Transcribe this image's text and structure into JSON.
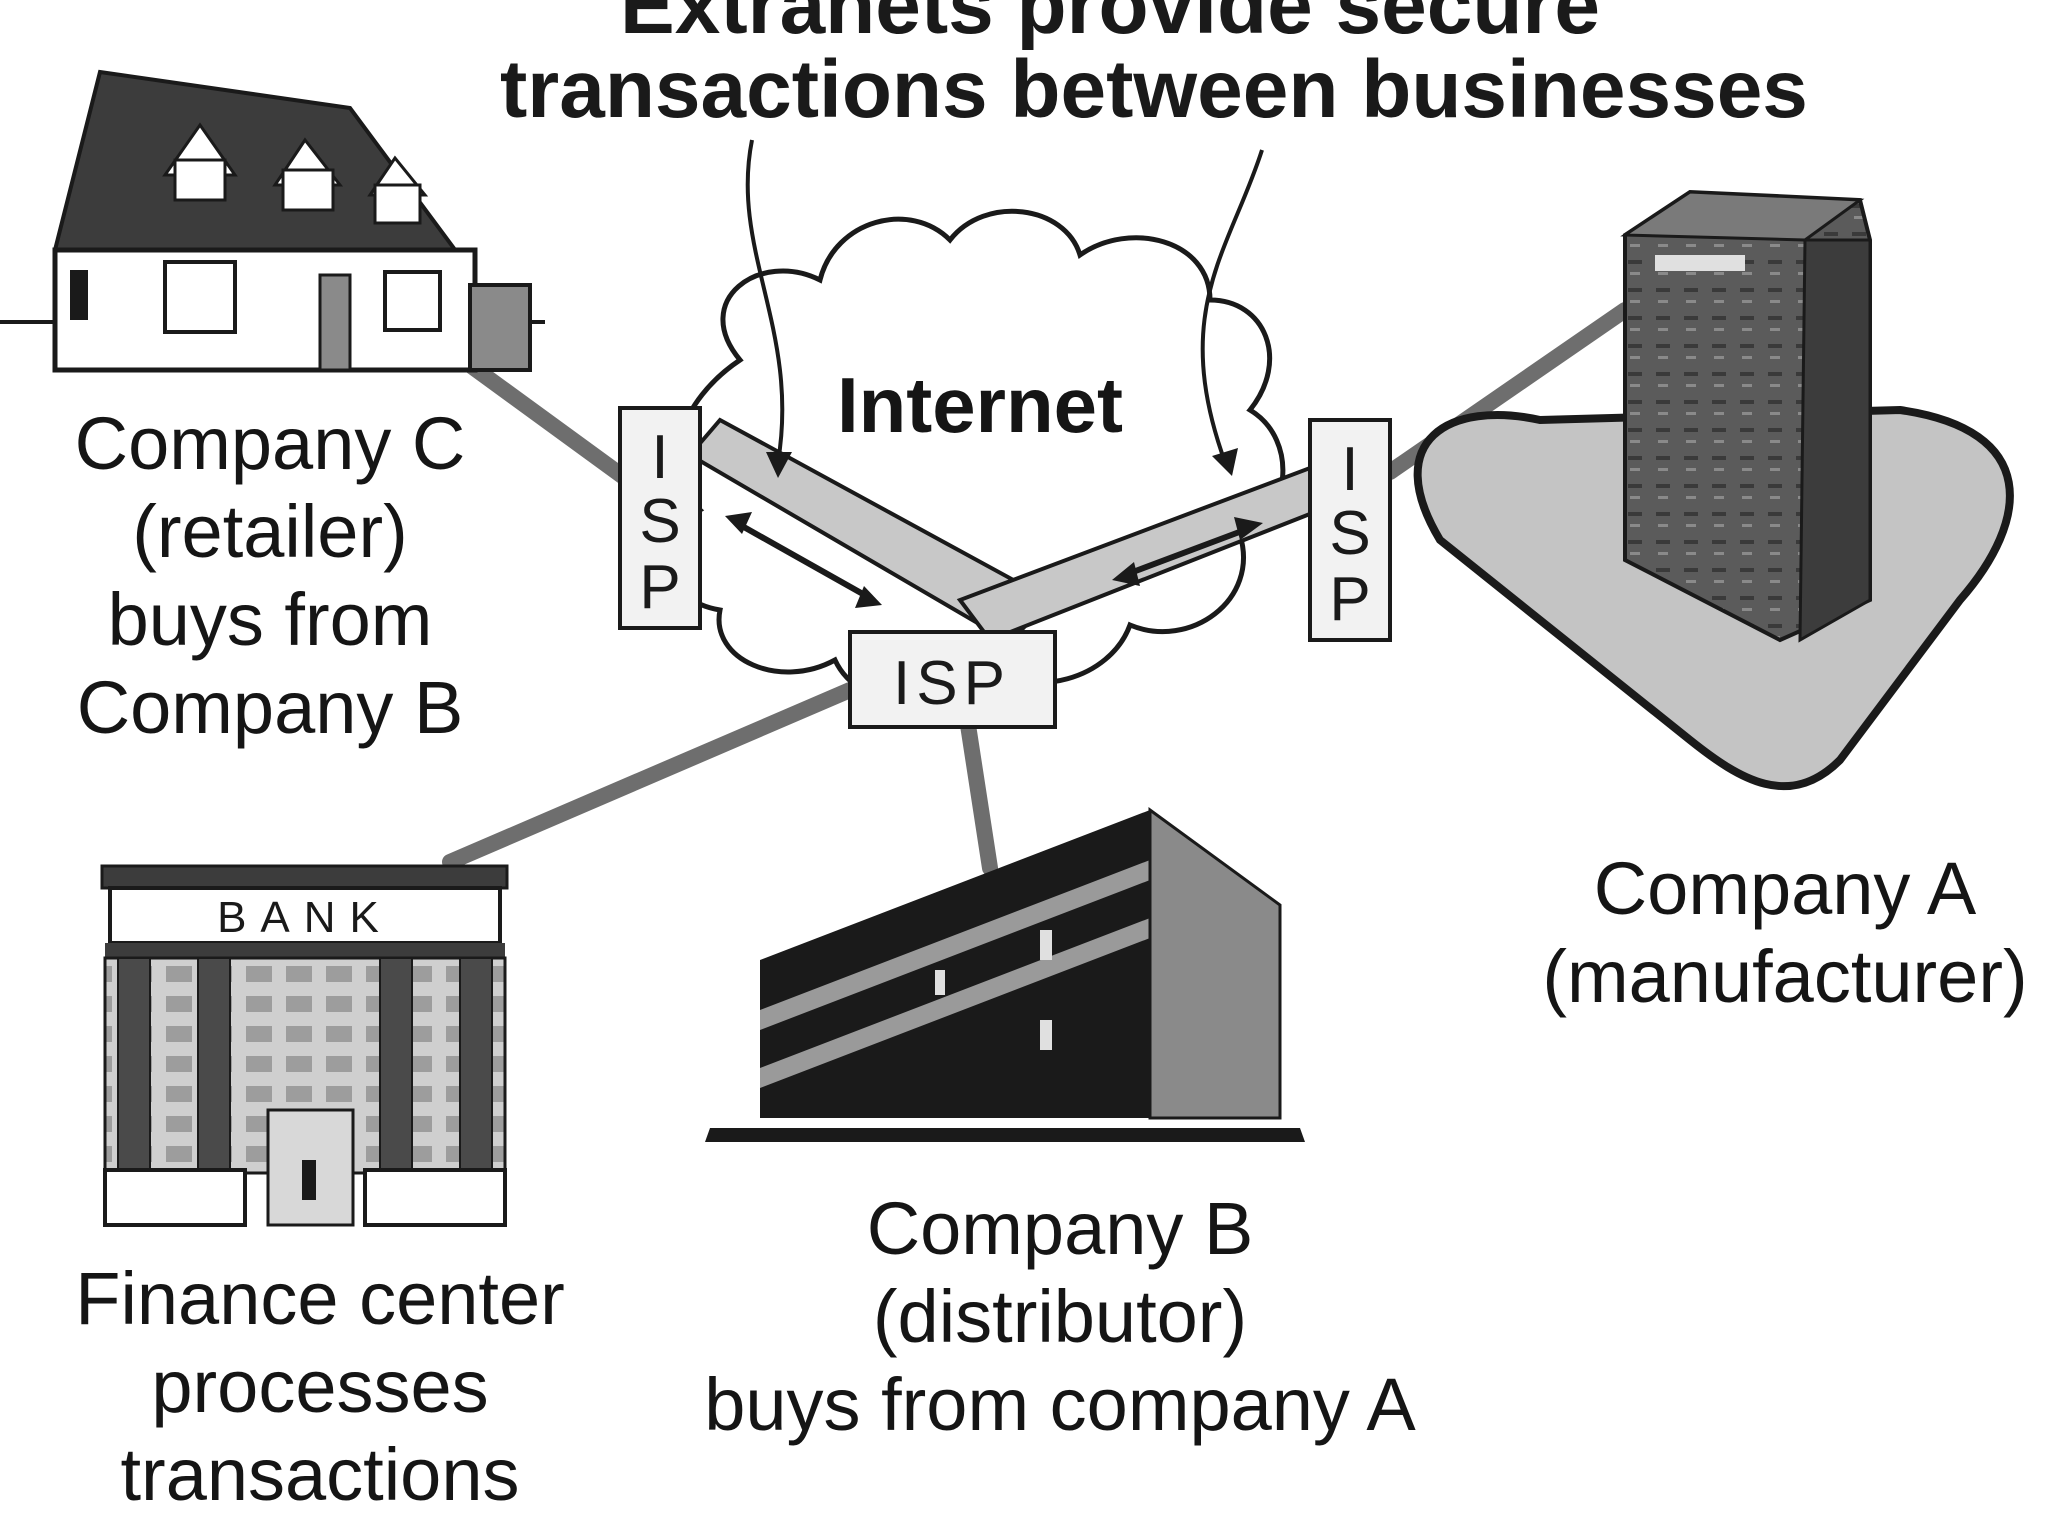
{
  "title": {
    "line1": "Extranets provide secure",
    "line2": "transactions between businesses"
  },
  "cloud": {
    "label": "Internet"
  },
  "isp_left": {
    "label": "ISP"
  },
  "isp_right": {
    "label": "ISP"
  },
  "isp_bottom": {
    "label": "ISP"
  },
  "company_c": {
    "lines": [
      "Company C",
      "(retailer)",
      "buys from",
      "Company B"
    ]
  },
  "company_a": {
    "lines": [
      "Company A",
      "(manufacturer)"
    ]
  },
  "company_b": {
    "lines": [
      "Company B",
      "(distributor)",
      "buys from company A"
    ]
  },
  "finance": {
    "lines": [
      "Finance center",
      "processes",
      "transactions"
    ],
    "sign": "BANK"
  },
  "colors": {
    "link": "#6e6e6e",
    "isp_fill": "#f2f2f2",
    "channel": "#c8c8c8",
    "outline": "#1a1a1a"
  }
}
